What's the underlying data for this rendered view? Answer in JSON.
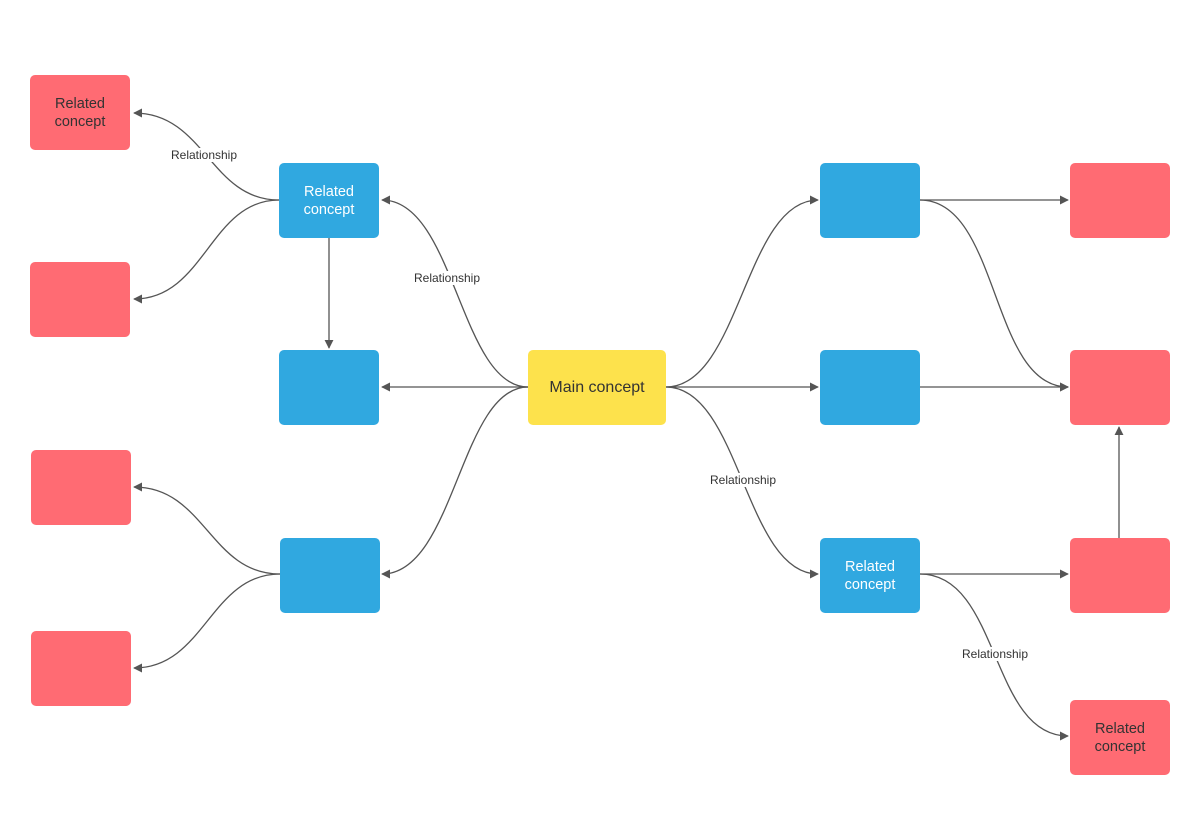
{
  "colors": {
    "main": "#fde24c",
    "level1": "#30a8e0",
    "level2": "#ff6b73",
    "edge": "#555555",
    "background": "#ffffff"
  },
  "main": {
    "label": "Main concept"
  },
  "nodes": {
    "red_top_left": "Related concept",
    "blue_top_left": "Related concept",
    "blue_bottom_right": "Related concept",
    "red_bottom_right": "Related concept"
  },
  "edge_labels": {
    "top_left": "Relationship",
    "upper_center_left": "Relationship",
    "lower_center_right": "Relationship",
    "bottom_right": "Relationship"
  }
}
